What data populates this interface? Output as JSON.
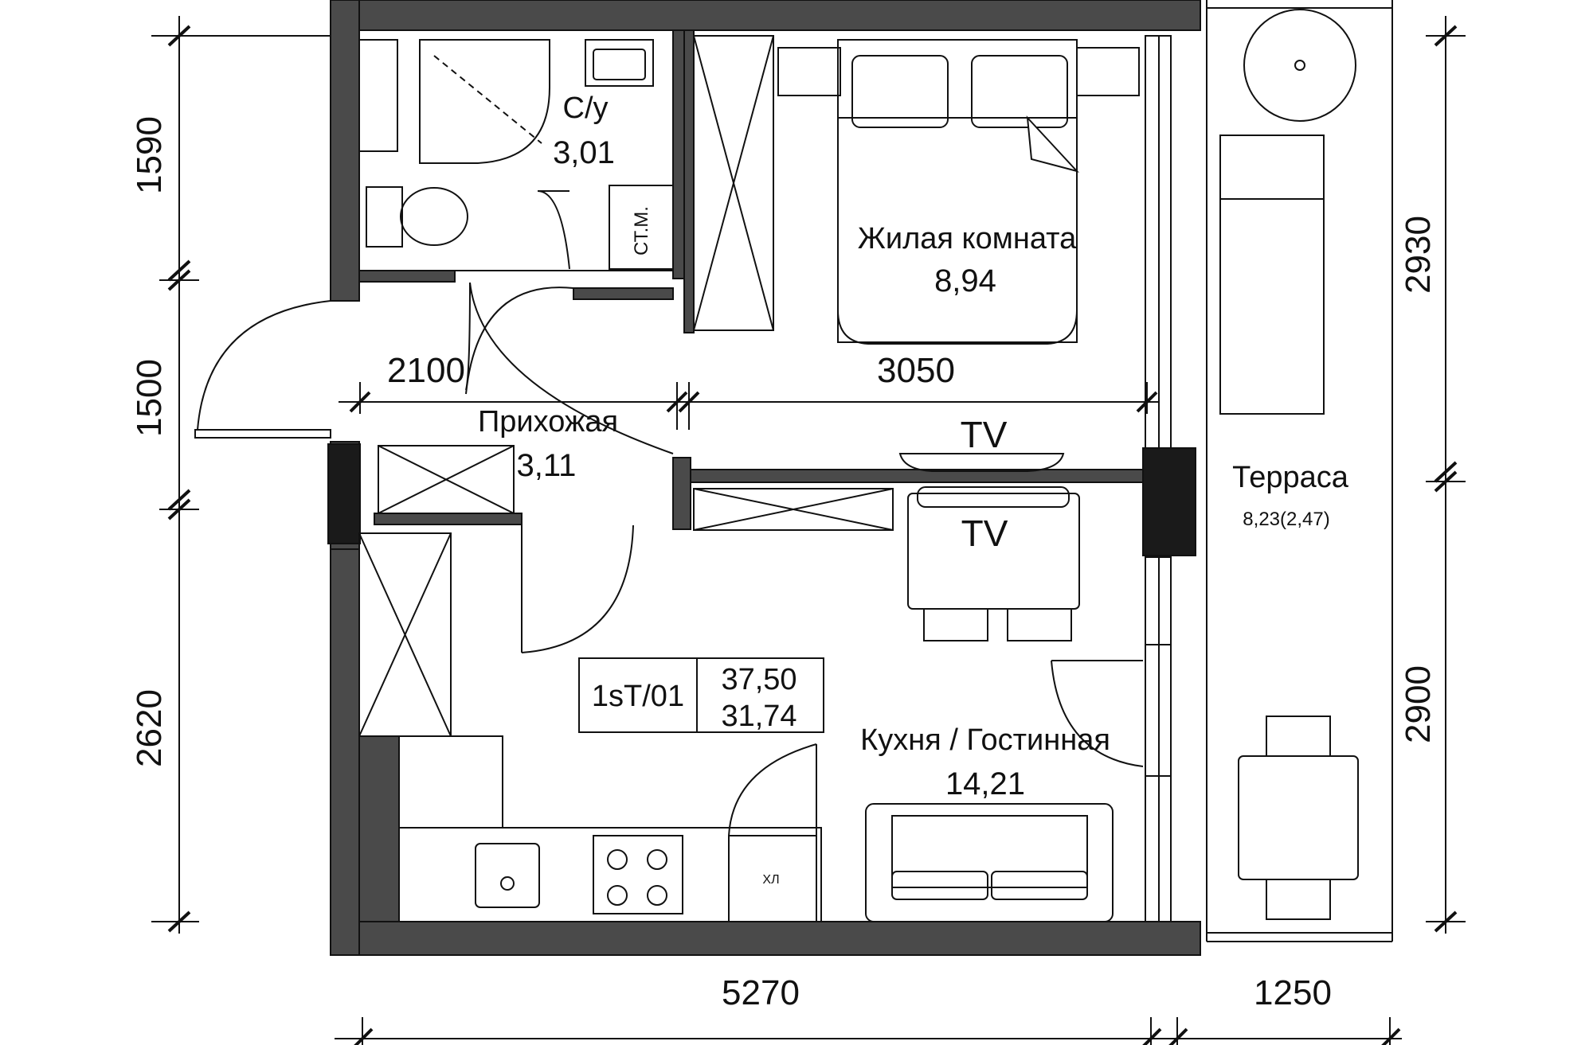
{
  "rooms": {
    "bathroom": {
      "name": "С/у",
      "area": "3,01"
    },
    "bedroom": {
      "name": "Жилая комната",
      "area": "8,94"
    },
    "hallway": {
      "name": "Прихожая",
      "area": "3,11"
    },
    "kitchen_living": {
      "name": "Кухня / Гостинная",
      "area": "14,21"
    },
    "terrace": {
      "name": "Терраса",
      "area": "8,23(2,47)"
    }
  },
  "fixtures": {
    "tv_top": "TV",
    "tv_bottom": "TV",
    "utility_shaft": "СТ.М.",
    "fridge": "ХЛ"
  },
  "unit_box": {
    "code": "1sT/01",
    "total_area": "37,50",
    "living_area": "31,74"
  },
  "dimensions": {
    "left": [
      "1590",
      "1500",
      "2620"
    ],
    "right": [
      "2930",
      "2900"
    ],
    "bottom": [
      "5270",
      "1250"
    ],
    "inner": [
      "2100",
      "3050"
    ]
  },
  "colors": {
    "wall": "#4a4a4a",
    "line": "#111111",
    "background": "#ffffff"
  }
}
